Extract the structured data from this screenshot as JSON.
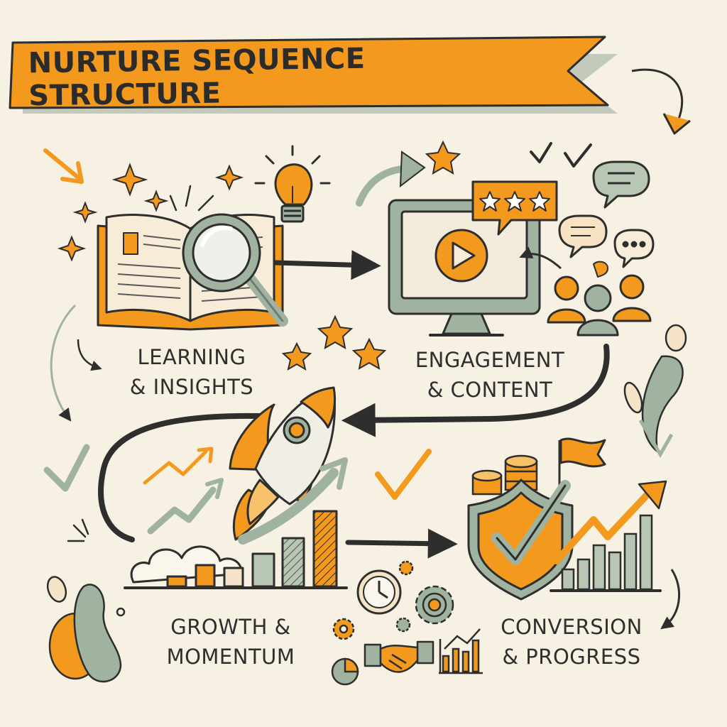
{
  "title": "NURTURE SEQUENCE STRUCTURE",
  "stages": [
    {
      "id": "learning",
      "line1": "LEARNING",
      "line2": "& INSIGHTS"
    },
    {
      "id": "engagement",
      "line1": "ENGAGEMENT",
      "line2": "& CONTENT"
    },
    {
      "id": "growth",
      "line1": "GROWTH &",
      "line2": "MOMENTUM"
    },
    {
      "id": "conversion",
      "line1": "CONVERSION",
      "line2": "& PROGRESS"
    }
  ],
  "colors": {
    "background": "#f7f1e3",
    "orange": "#f39a1e",
    "sage": "#9fb3a0",
    "ink": "#2e2e2e",
    "cream": "#f6e4c8"
  },
  "icons": [
    "open-book-icon",
    "magnifying-glass-icon",
    "lightbulb-icon",
    "monitor-icon",
    "play-icon",
    "rating-bubble-icon",
    "chat-bubble-icon",
    "people-icon",
    "rocket-icon",
    "bar-chart-icon",
    "trend-arrow-icon",
    "shield-check-icon",
    "coin-stack-icon",
    "flag-icon",
    "clock-icon",
    "gear-icon",
    "handshake-icon"
  ]
}
